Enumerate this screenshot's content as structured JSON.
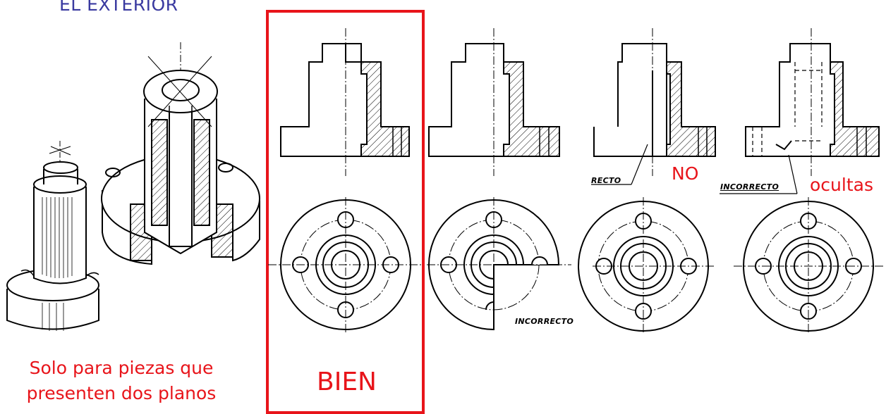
{
  "heading": "EL EXTERIOR",
  "note_lines": [
    "Solo para piezas que",
    "presenten dos planos"
  ],
  "bien_label": "BIEN",
  "no_label": "NO",
  "ocultas_label": "ocultas",
  "incorrect_label_partial": "RECTO",
  "incorrect_label": "INCORRECTO",
  "colors": {
    "accent_red": "#e8141a",
    "heading_blue": "#3a3aa0",
    "ink": "#000000"
  }
}
